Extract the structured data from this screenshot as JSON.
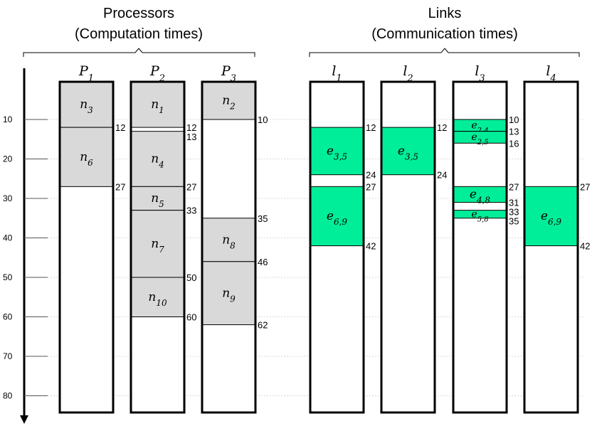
{
  "headers": {
    "processors_title": "Processors",
    "processors_subtitle": "(Computation times)",
    "links_title": "Links",
    "links_subtitle": "(Communication times)"
  },
  "axis": {
    "ticks": [
      10,
      20,
      30,
      40,
      50,
      60,
      70,
      80
    ]
  },
  "colors": {
    "task_fill": "#d9d9d9",
    "comm_fill": "#00ee99",
    "border": "#000000",
    "gridline": "#d9d9d9"
  },
  "processors": [
    {
      "name": "P",
      "sub": "1",
      "blocks": [
        {
          "label": "n",
          "sub": "3",
          "start": 0,
          "end": 12
        },
        {
          "label": "n",
          "sub": "6",
          "start": 12,
          "end": 27
        }
      ],
      "markers": [
        "12",
        "27"
      ]
    },
    {
      "name": "P",
      "sub": "2",
      "blocks": [
        {
          "label": "n",
          "sub": "1",
          "start": 0,
          "end": 12
        },
        {
          "label": "n",
          "sub": "4",
          "start": 13,
          "end": 27
        },
        {
          "label": "n",
          "sub": "5",
          "start": 27,
          "end": 33
        },
        {
          "label": "n",
          "sub": "7",
          "start": 33,
          "end": 50
        },
        {
          "label": "n",
          "sub": "10",
          "start": 50,
          "end": 60
        }
      ],
      "markers": [
        "12",
        "13",
        "27",
        "33",
        "50",
        "60"
      ]
    },
    {
      "name": "P",
      "sub": "3",
      "blocks": [
        {
          "label": "n",
          "sub": "2",
          "start": 0,
          "end": 10
        },
        {
          "label": "n",
          "sub": "8",
          "start": 35,
          "end": 46
        },
        {
          "label": "n",
          "sub": "9",
          "start": 46,
          "end": 62
        }
      ],
      "markers": [
        "10",
        "35",
        "46",
        "62"
      ]
    }
  ],
  "links": [
    {
      "name": "l",
      "sub": "1",
      "blocks": [
        {
          "label": "e",
          "sub": "3,5",
          "start": 12,
          "end": 24
        },
        {
          "label": "e",
          "sub": "6,9",
          "start": 27,
          "end": 42
        }
      ],
      "markers": [
        "12",
        "24",
        "27",
        "42"
      ]
    },
    {
      "name": "l",
      "sub": "2",
      "blocks": [
        {
          "label": "e",
          "sub": "3,5",
          "start": 12,
          "end": 24
        }
      ],
      "markers": [
        "12",
        "24"
      ]
    },
    {
      "name": "l",
      "sub": "3",
      "blocks": [
        {
          "label": "e",
          "sub": "2,4",
          "start": 10,
          "end": 13
        },
        {
          "label": "e",
          "sub": "2,5",
          "start": 13,
          "end": 16
        },
        {
          "label": "e",
          "sub": "4,8",
          "start": 27,
          "end": 31
        },
        {
          "label": "e",
          "sub": "5,8",
          "start": 33,
          "end": 35
        }
      ],
      "markers": [
        "10",
        "13",
        "16",
        "27",
        "31",
        "33",
        "35"
      ]
    },
    {
      "name": "l",
      "sub": "4",
      "blocks": [
        {
          "label": "e",
          "sub": "6,9",
          "start": 27,
          "end": 42
        }
      ],
      "markers": [
        "27",
        "42"
      ]
    }
  ]
}
